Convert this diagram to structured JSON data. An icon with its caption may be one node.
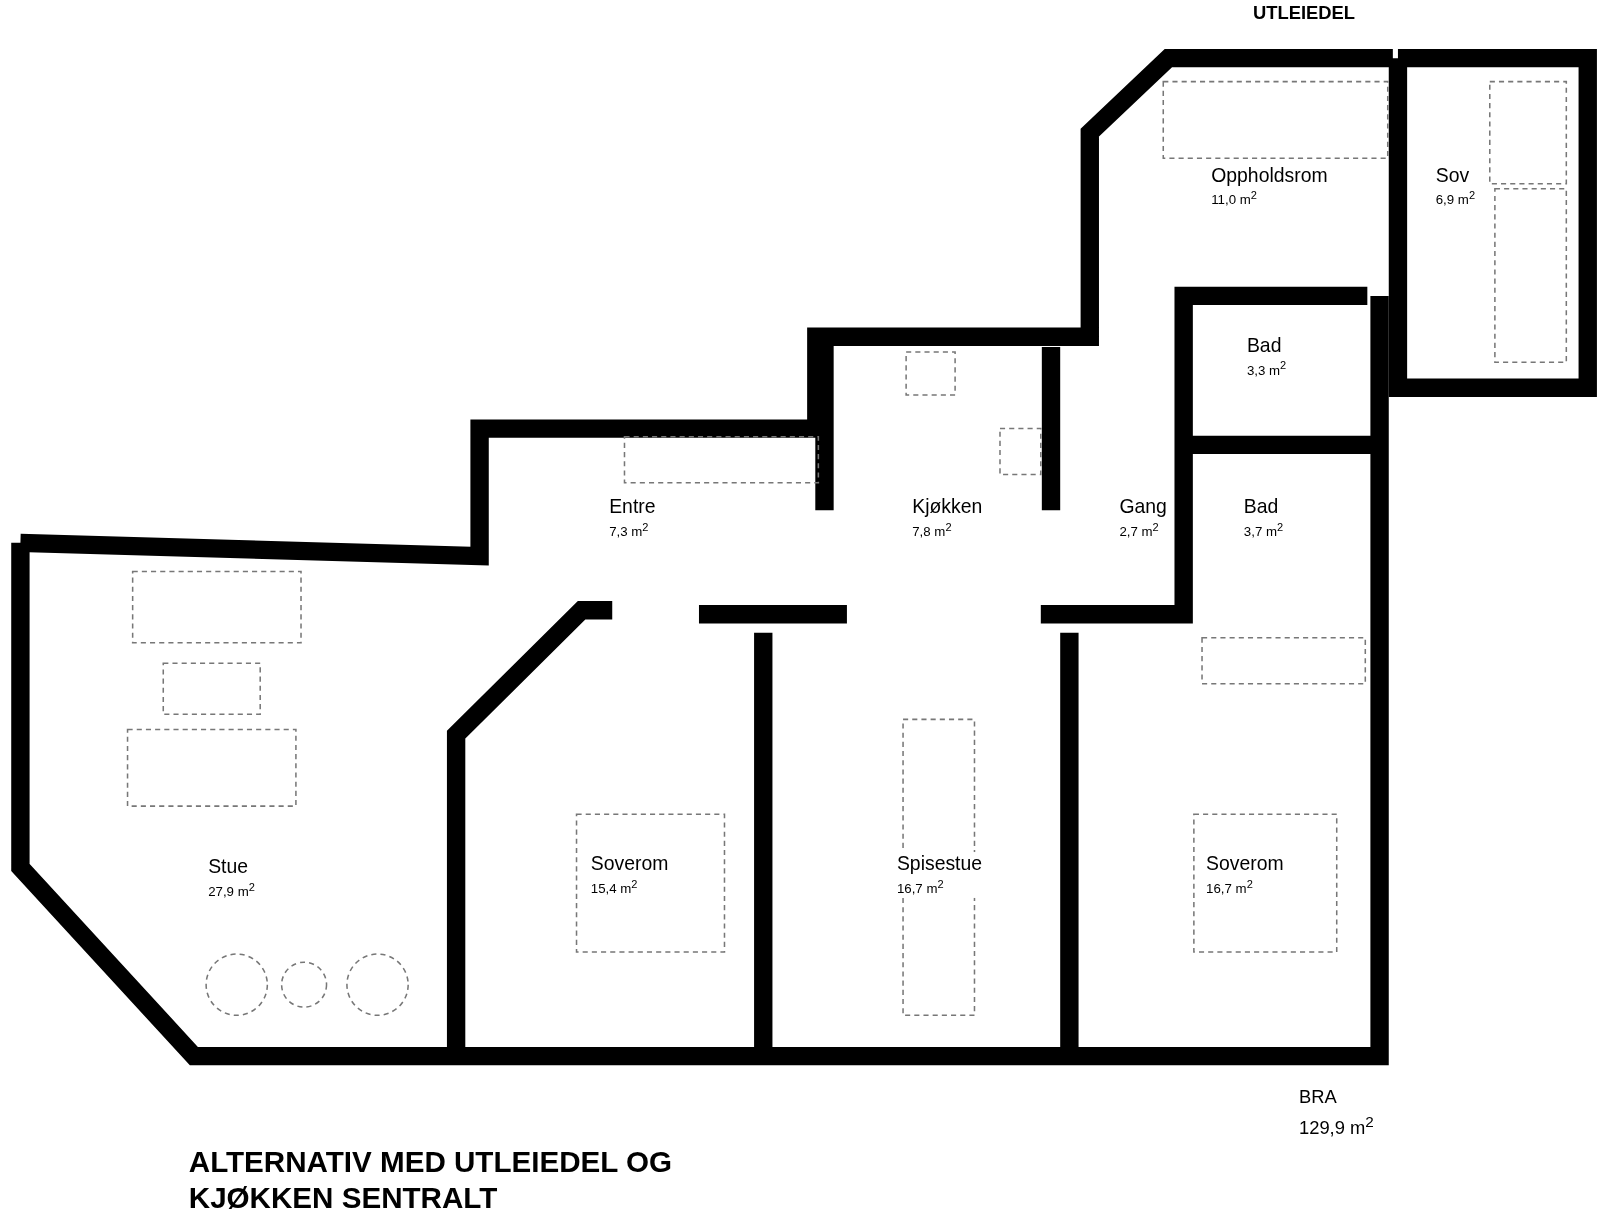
{
  "diagram": {
    "title": "ALTERNATIV MED UTLEIEDEL OG KJØKKEN SENTRALT",
    "nodes": [
      {
        "text": [
          "Oppholdsrom",
          "11,0 m$^{2}$"
        ]
      },
      {
        "text": [
          "Sov",
          "6,9 m$^{2}$"
        ]
      },
      {
        "text": [
          "Bad",
          "3,3 m$^{2}$"
        ]
      },
      {
        "text": [
          "Entre",
          "7,3 m$^{2}$"
        ]
      },
      {
        "text": [
          "Kjøkken",
          "7,8 m$^{2}$"
        ]
      },
      {
        "text": [
          "Gang",
          "2,7 m$^{2}$"
        ]
      },
      {
        "text": [
          "Bad",
          "3,7 m$^{2}$"
        ]
      },
      {
        "text": [
          "Stue",
          "27,9 m$^{2}$"
        ]
      },
      {
        "text": [
          "Soverom",
          "15,4 m$^{2}$"
        ]
      },
      {
        "text": [
          "Spisestue",
          "16,7 m$^{2}$"
        ]
      },
      {
        "text": [
          "Soverom",
          "16,7 m$^{2}$"
        ]
      }
    ],
    "labels": [
      "UTLEIEDEL",
      "BRA",
      "129,9 m$^{2}$"
    ]
  }
}
